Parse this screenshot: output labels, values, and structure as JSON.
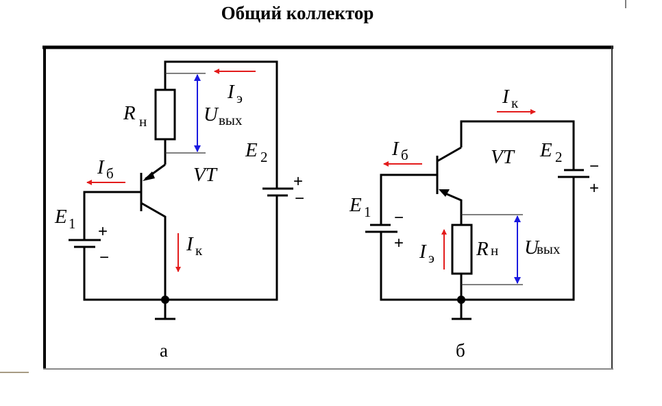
{
  "title": "Общий коллектор",
  "colors": {
    "current_arrow": "#e31b1b",
    "voltage_arrow": "#1a1ae0",
    "wire": "#000000"
  },
  "circuit_a": {
    "caption": "а",
    "R": {
      "main": "R",
      "sub": "н"
    },
    "U": {
      "main": "U",
      "sub": "вых"
    },
    "Ie": {
      "main": "I",
      "sub": "э"
    },
    "Ib": {
      "main": "I",
      "sub": "б"
    },
    "Ik": {
      "main": "I",
      "sub": "к"
    },
    "E1": {
      "main": "E",
      "sub": "1",
      "plus": "+",
      "minus": "−"
    },
    "E2": {
      "main": "E",
      "sub": "2",
      "plus": "+",
      "minus": "−"
    },
    "VT": "VT"
  },
  "circuit_b": {
    "caption": "б",
    "R": {
      "main": "R",
      "sub": "н"
    },
    "U": {
      "main": "U",
      "sub": "вых"
    },
    "Ie": {
      "main": "I",
      "sub": "э"
    },
    "Ib": {
      "main": "I",
      "sub": "б"
    },
    "Ik": {
      "main": "I",
      "sub": "к"
    },
    "E1": {
      "main": "E",
      "sub": "1",
      "plus": "+",
      "minus": "−"
    },
    "E2": {
      "main": "E",
      "sub": "2",
      "plus": "+",
      "minus": "−"
    },
    "VT": "VT"
  }
}
